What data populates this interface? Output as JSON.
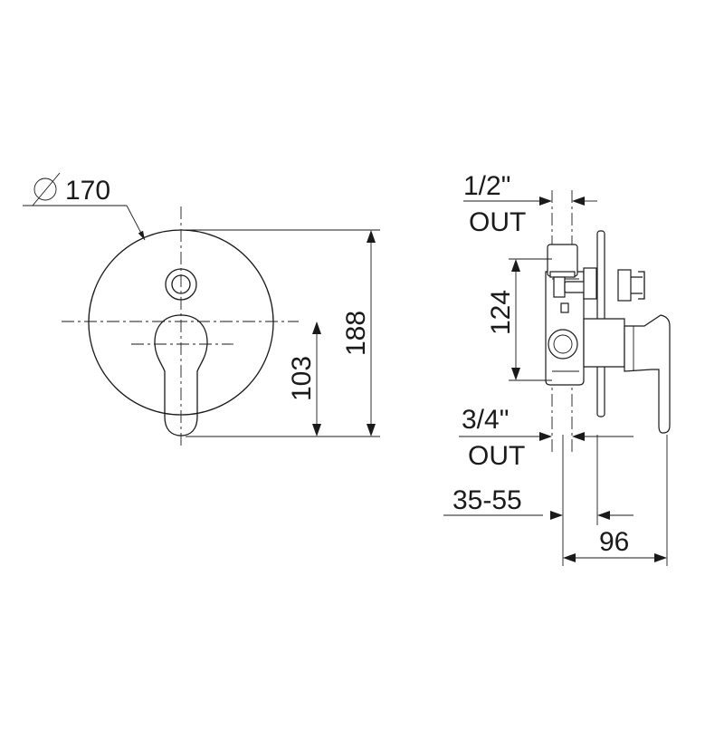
{
  "front_view": {
    "diameter_symbol": "∅",
    "diameter_value": "170",
    "height_total": "188",
    "height_handle": "103"
  },
  "side_view": {
    "top_outlet_size": "1/2\"",
    "top_outlet_label": "OUT",
    "outlet_spacing": "124",
    "bottom_outlet_size": "3/4\"",
    "bottom_outlet_label": "OUT",
    "wall_depth_range": "35-55",
    "projection": "96"
  },
  "colors": {
    "line": "#1a1a1a",
    "background": "#ffffff"
  }
}
